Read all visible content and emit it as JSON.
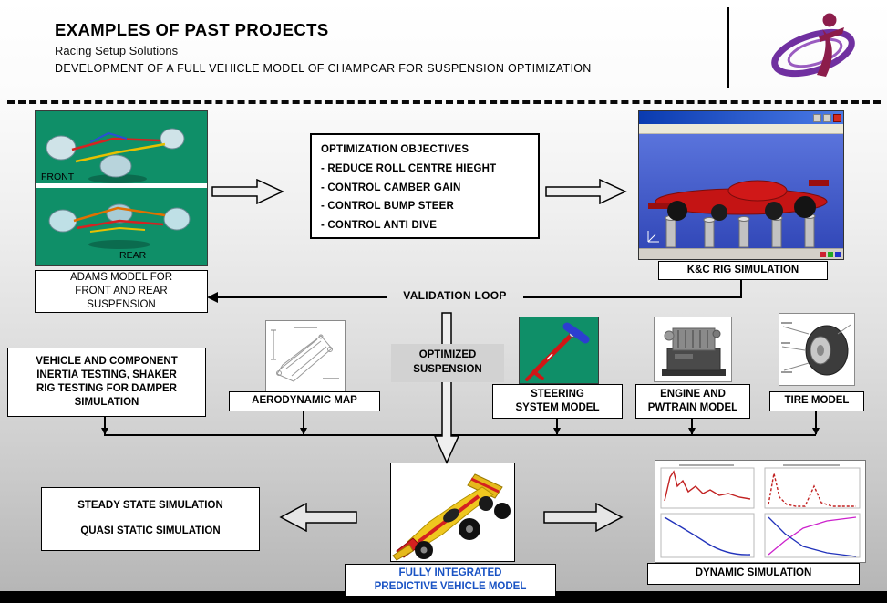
{
  "header": {
    "title": "EXAMPLES OF PAST PROJECTS",
    "subtitle": "Racing Setup Solutions",
    "description": "DEVELOPMENT OF A FULL VEHICLE MODEL OF CHAMPCAR FOR SUSPENSION OPTIMIZATION"
  },
  "adams": {
    "front_label": "FRONT",
    "rear_label": "REAR",
    "caption_lines": [
      "ADAMS MODEL FOR",
      "FRONT AND REAR",
      "SUSPENSION"
    ]
  },
  "objectives": {
    "title": "OPTIMIZATION OBJECTIVES",
    "items": [
      "- REDUCE ROLL CENTRE HIEGHT",
      "- CONTROL CAMBER GAIN",
      "- CONTROL BUMP STEER",
      "- CONTROL ANTI DIVE"
    ]
  },
  "kc": {
    "caption": "K&C  RIG SIMULATION"
  },
  "validation": {
    "label": "VALIDATION LOOP"
  },
  "optimized": {
    "lines": [
      "OPTIMIZED",
      "SUSPENSION"
    ]
  },
  "vehicle_testing": {
    "lines": [
      "VEHICLE AND COMPONENT",
      "INERTIA TESTING, SHAKER",
      "RIG TESTING FOR DAMPER",
      "SIMULATION"
    ]
  },
  "aero": {
    "caption": "AERODYNAMIC MAP"
  },
  "steering": {
    "lines": [
      "STEERING",
      "SYSTEM MODEL"
    ]
  },
  "engine": {
    "lines": [
      "ENGINE AND",
      "PWTRAIN MODEL"
    ]
  },
  "tire": {
    "caption": "TIRE MODEL"
  },
  "steady": {
    "lines": [
      "STEADY STATE SIMULATION",
      "QUASI STATIC SIMULATION"
    ]
  },
  "integrated": {
    "lines": [
      "FULLY INTEGRATED",
      "PREDICTIVE VEHICLE MODEL"
    ]
  },
  "dynamic": {
    "caption": "DYNAMIC SIMULATION"
  },
  "icons": {
    "logo": "company-swoosh-figure-logo",
    "window_close": "close-icon",
    "window_minimize": "minimize-icon",
    "window_maximize": "maximize-icon"
  },
  "colors": {
    "panel_green": "#0f8f68",
    "viewport_blue": "#3d54c4",
    "integrated_text_blue": "#1a53c4",
    "logo_purple": "#7030a0",
    "logo_maroon": "#8c1d4b",
    "chart_red": "#c22222",
    "chart_blue": "#2233bb",
    "chart_magenta": "#cc22cc"
  }
}
